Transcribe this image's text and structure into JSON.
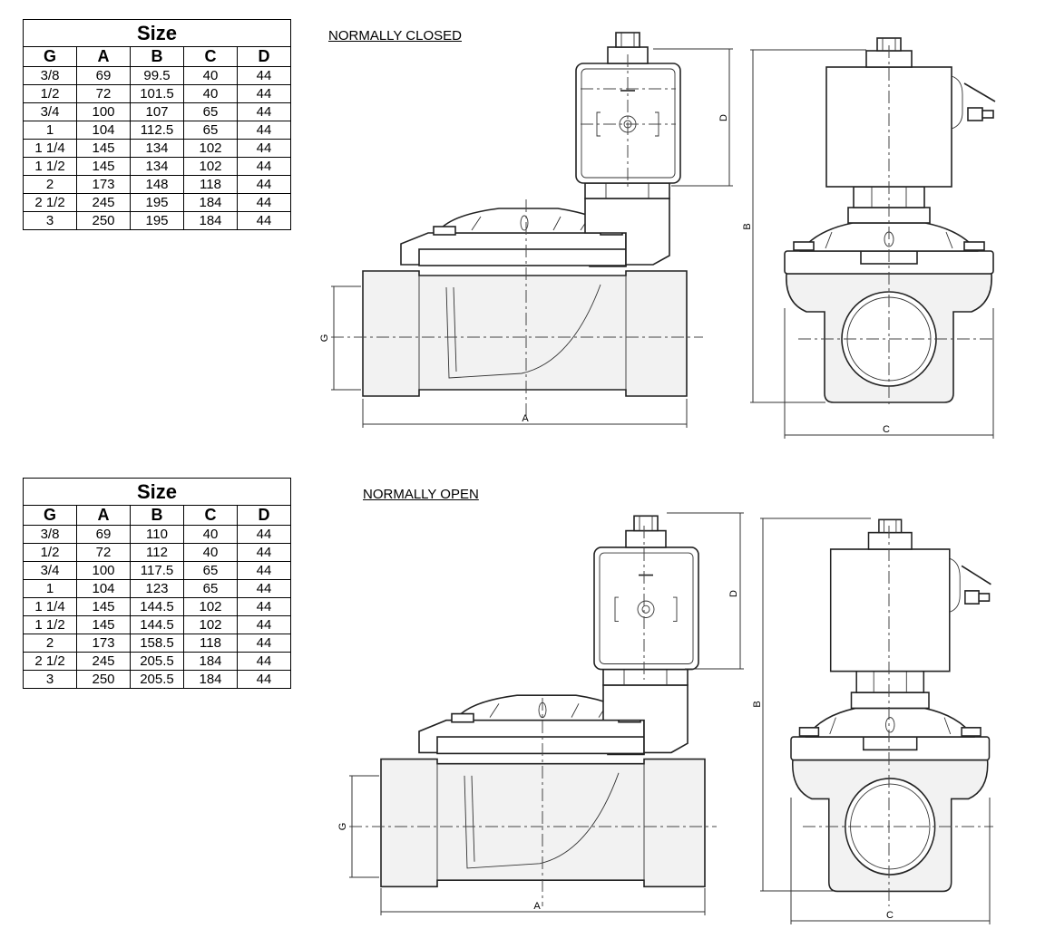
{
  "normally_closed": {
    "caption": "NORMALLY CLOSED",
    "table": {
      "title": "Size",
      "headers": [
        "G",
        "A",
        "B",
        "C",
        "D"
      ],
      "rows": [
        [
          "3/8",
          "69",
          "99.5",
          "40",
          "44"
        ],
        [
          "1/2",
          "72",
          "101.5",
          "40",
          "44"
        ],
        [
          "3/4",
          "100",
          "107",
          "65",
          "44"
        ],
        [
          "1",
          "104",
          "112.5",
          "65",
          "44"
        ],
        [
          "1 1/4",
          "145",
          "134",
          "102",
          "44"
        ],
        [
          "1 1/2",
          "145",
          "134",
          "102",
          "44"
        ],
        [
          "2",
          "173",
          "148",
          "118",
          "44"
        ],
        [
          "2 1/2",
          "245",
          "195",
          "184",
          "44"
        ],
        [
          "3",
          "250",
          "195",
          "184",
          "44"
        ]
      ]
    },
    "dimension_labels": {
      "a": "A",
      "b": "B",
      "c": "C",
      "d": "D",
      "g": "G"
    }
  },
  "normally_open": {
    "caption": "NORMALLY OPEN",
    "table": {
      "title": "Size",
      "headers": [
        "G",
        "A",
        "B",
        "C",
        "D"
      ],
      "rows": [
        [
          "3/8",
          "69",
          "110",
          "40",
          "44"
        ],
        [
          "1/2",
          "72",
          "112",
          "40",
          "44"
        ],
        [
          "3/4",
          "100",
          "117.5",
          "65",
          "44"
        ],
        [
          "1",
          "104",
          "123",
          "65",
          "44"
        ],
        [
          "1 1/4",
          "145",
          "144.5",
          "102",
          "44"
        ],
        [
          "1 1/2",
          "145",
          "144.5",
          "102",
          "44"
        ],
        [
          "2",
          "173",
          "158.5",
          "118",
          "44"
        ],
        [
          "2 1/2",
          "245",
          "205.5",
          "184",
          "44"
        ],
        [
          "3",
          "250",
          "205.5",
          "184",
          "44"
        ]
      ]
    },
    "dimension_labels": {
      "a": "A",
      "b": "B",
      "c": "C",
      "d": "D",
      "g": "G"
    }
  }
}
